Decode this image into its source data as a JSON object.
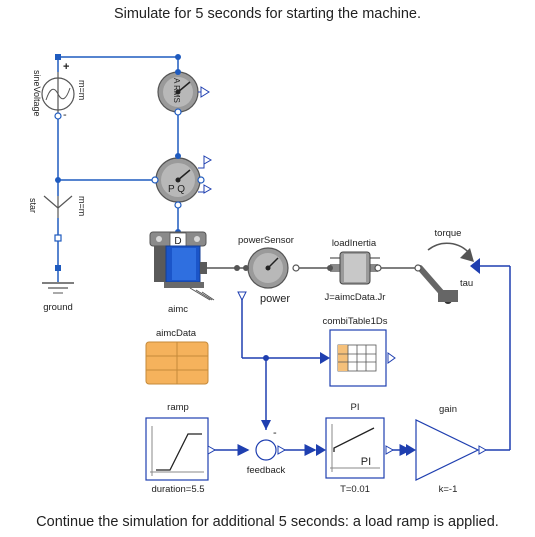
{
  "captions": {
    "top": "Simulate for 5 seconds for starting the machine.",
    "bottom": "Continue the simulation for additional 5 seconds: a load ramp is applied."
  },
  "components": {
    "sineVoltage": {
      "label": "sineVoltage",
      "param": "m=m",
      "plus": "+",
      "minus": "-"
    },
    "rms_meter": {
      "text": "A RMS"
    },
    "pq_meter": {
      "text": "P Q"
    },
    "star": {
      "label": "star",
      "param": "m=m"
    },
    "ground": {
      "label": "ground"
    },
    "aimc": {
      "label": "aimc",
      "badge": "D"
    },
    "powerSensor": {
      "label": "powerSensor",
      "sublabel": "power"
    },
    "loadInertia": {
      "label": "loadInertia",
      "param": "J=aimcData.Jr"
    },
    "torque": {
      "label": "torque",
      "port": "tau"
    },
    "aimcData": {
      "label": "aimcData"
    },
    "combiTable": {
      "label": "combiTable1Ds"
    },
    "ramp": {
      "label": "ramp",
      "param": "duration=5.5"
    },
    "feedback": {
      "label": "feedback",
      "sign": "-"
    },
    "pi": {
      "label": "PI",
      "inner": "PI",
      "param": "T=0.01"
    },
    "gain": {
      "label": "gain",
      "param": "k=-1"
    }
  },
  "colors": {
    "wire": "#1f5bbf",
    "block": "#1f3fb0",
    "meter": "#8a8a8a",
    "motor": "#1b55c9",
    "table": "#f5b25c"
  }
}
